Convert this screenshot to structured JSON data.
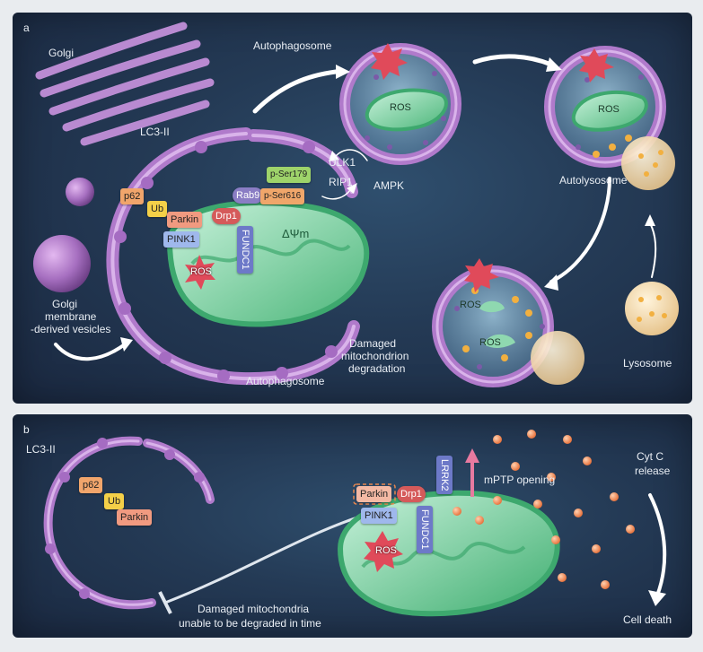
{
  "panel_a": {
    "letter": "a",
    "golgi_label": "Golgi",
    "lc3_label": "LC3-II",
    "autophagosome_top_label": "Autophagosome",
    "autophagosome_bottom_label": "Autophagosome",
    "ulk1_label": "ULK1",
    "rip1_label": "RIP1",
    "ampk_label": "AMPK",
    "autolysosome_label": "Autolysosome",
    "lysosome_label": "Lysosome",
    "vesicles_label_1": "Golgi",
    "vesicles_label_2": "membrane",
    "vesicles_label_3": "-derived vesicles",
    "damaged_label_1": "Damaged",
    "damaged_label_2": "mitochondrion",
    "damaged_label_3": "degradation",
    "proteins": {
      "p62": "p62",
      "ub": "Ub",
      "parkin": "Parkin",
      "pink1": "PINK1",
      "drp1": "Drp1",
      "rab9": "Rab9",
      "pser179": "p-Ser179",
      "pser616": "p-Ser616",
      "fundc1": "FUNDC1",
      "dpsim": "ΔΨm",
      "ros": "ROS"
    }
  },
  "panel_b": {
    "letter": "b",
    "lc3_label": "LC3-II",
    "p62": "p62",
    "ub": "Ub",
    "parkin_left": "Parkin",
    "parkin_right": "Parkin",
    "drp1": "Drp1",
    "pink1": "PINK1",
    "fundc1": "FUNDC1",
    "lrrk2": "LRRK2",
    "ros": "ROS",
    "mptp_label": "mPTP opening",
    "cytc_label_1": "Cyt C",
    "cytc_label_2": "release",
    "celldeath_label": "Cell death",
    "unable_label_1": "Damaged mitochondria",
    "unable_label_2": "unable to be degraded in time"
  },
  "colors": {
    "membrane": "#b07acb",
    "mito_outer": "#5ec38a",
    "mito_inner": "#b9ecd0",
    "ros": "#e04a5a",
    "cytc": "#f08a5a",
    "lysosome": "#f3d9a8"
  }
}
